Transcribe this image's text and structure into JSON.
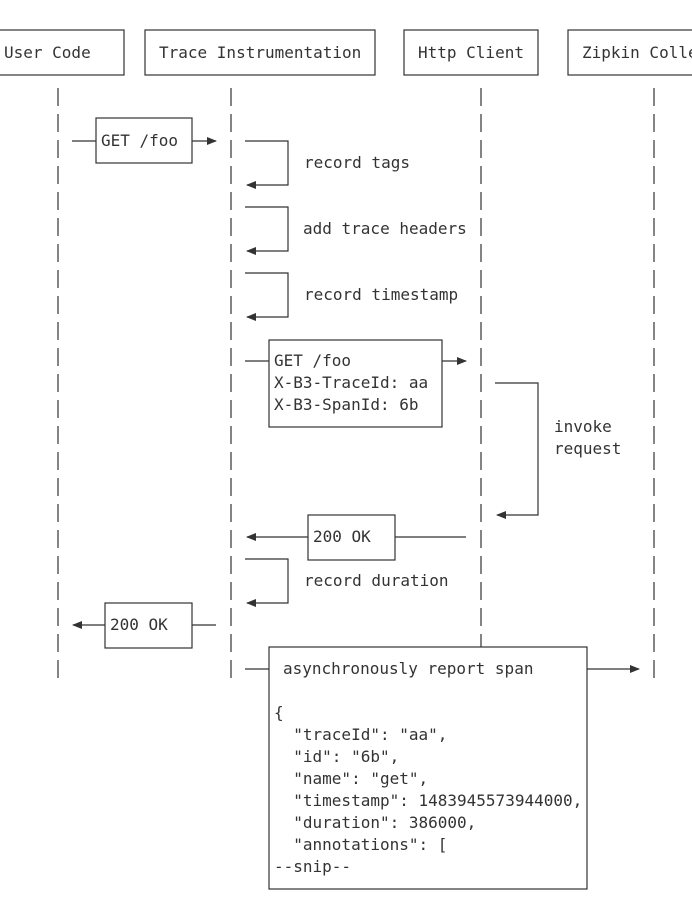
{
  "participants": [
    {
      "id": "user",
      "label": "User Code"
    },
    {
      "id": "trace",
      "label": "Trace Instrumentation"
    },
    {
      "id": "http",
      "label": "Http Client"
    },
    {
      "id": "zipkin",
      "label": "Zipkin Collector"
    }
  ],
  "messages": {
    "get_foo": "GET /foo",
    "record_tags": "record tags",
    "add_trace_headers": "add trace headers",
    "record_timestamp": "record timestamp",
    "request_lines": [
      "GET /foo",
      "X-B3-TraceId: aa",
      "X-B3-SpanId: 6b"
    ],
    "invoke_request": [
      "invoke",
      "request"
    ],
    "ok_http": "200 OK",
    "record_duration": "record duration",
    "ok_user": "200 OK",
    "report_span": "asynchronously report span",
    "span_json": [
      "{",
      "  \"traceId\": \"aa\",",
      "  \"id\": \"6b\",",
      "  \"name\": \"get\",",
      "  \"timestamp\": 1483945573944000,",
      "  \"duration\": 386000,",
      "  \"annotations\": [",
      "--snip--"
    ]
  }
}
